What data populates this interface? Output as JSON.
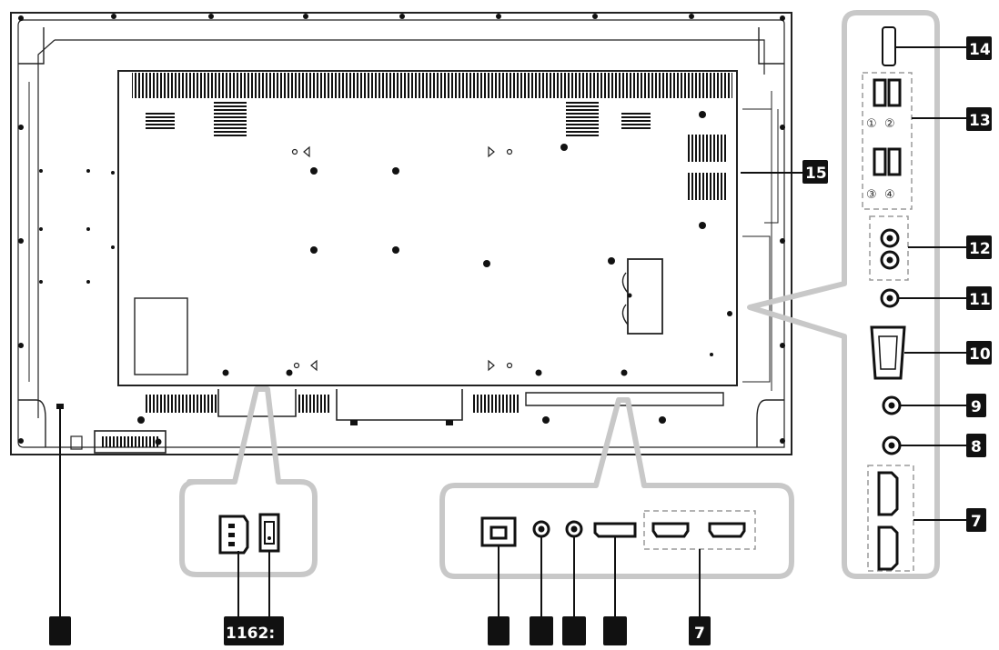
{
  "callouts": {
    "c14": "14",
    "c13": "13",
    "c15": "15",
    "c12": "12",
    "c11": "11",
    "c10": "10",
    "c9": "9",
    "c8": "8",
    "c7_side": "7",
    "c7_bottom": "7",
    "c_bottom_pair": "1162:"
  },
  "usb_numbers": [
    "①",
    "②",
    "③",
    "④"
  ],
  "colors": {
    "line": "#222222",
    "panel_border": "#c8c8c8",
    "badge": "#111111",
    "dashed": "#9a9a9a"
  }
}
